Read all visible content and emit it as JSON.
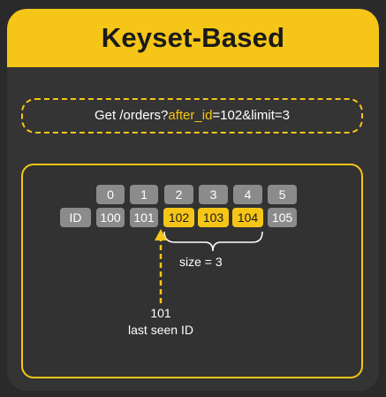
{
  "title": "Keyset-Based",
  "request": {
    "prefix": "Get /orders?",
    "param": "after_id",
    "suffix": "=102&limit=3"
  },
  "indices": [
    "0",
    "1",
    "2",
    "3",
    "4",
    "5"
  ],
  "id_label": "ID",
  "ids": [
    "100",
    "101",
    "102",
    "103",
    "104",
    "105"
  ],
  "selected_ids": [
    "102",
    "103",
    "104"
  ],
  "size_label": "size = 3",
  "last_seen": {
    "value": "101",
    "label": "last seen ID"
  },
  "colors": {
    "accent": "#f5c518",
    "cell": "#8b8b8b",
    "background": "#343434"
  }
}
